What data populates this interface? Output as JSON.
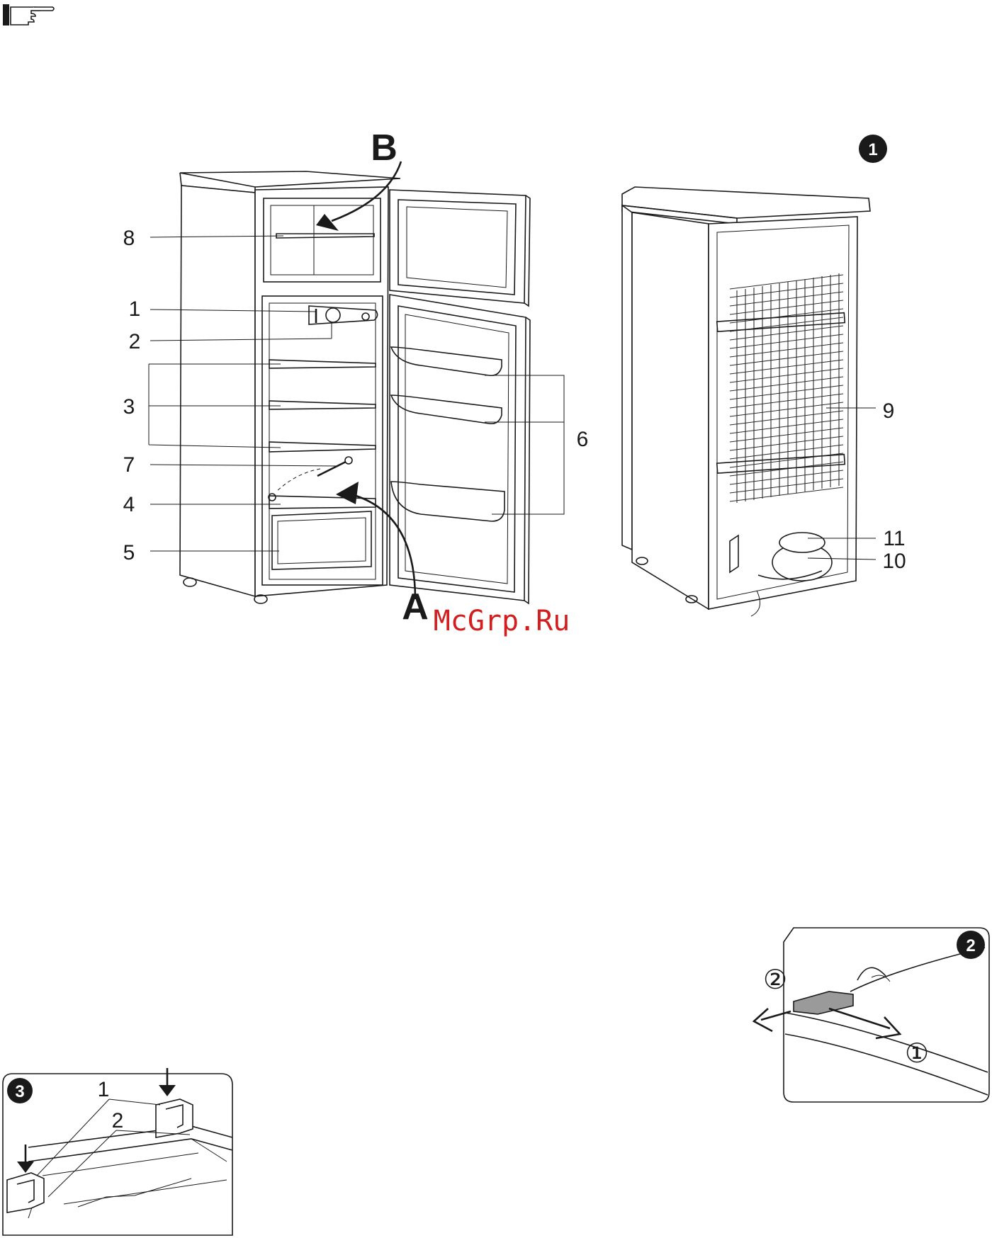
{
  "fig1": {
    "badge": "1",
    "arrow_a": "A",
    "arrow_b": "B",
    "labels": {
      "l1": "1",
      "l2": "2",
      "l3": "3",
      "l4": "4",
      "l5": "5",
      "l6": "6",
      "l7": "7",
      "l8": "8",
      "l9": "9",
      "l10": "10",
      "l11": "11"
    }
  },
  "fig2": {
    "badge": "2",
    "step1": "①",
    "step2": "②"
  },
  "fig3": {
    "badge": "3",
    "l1": "1",
    "l2": "2"
  },
  "watermark": "McGrp.Ru",
  "icons": [
    "pointing-hand-icon"
  ]
}
